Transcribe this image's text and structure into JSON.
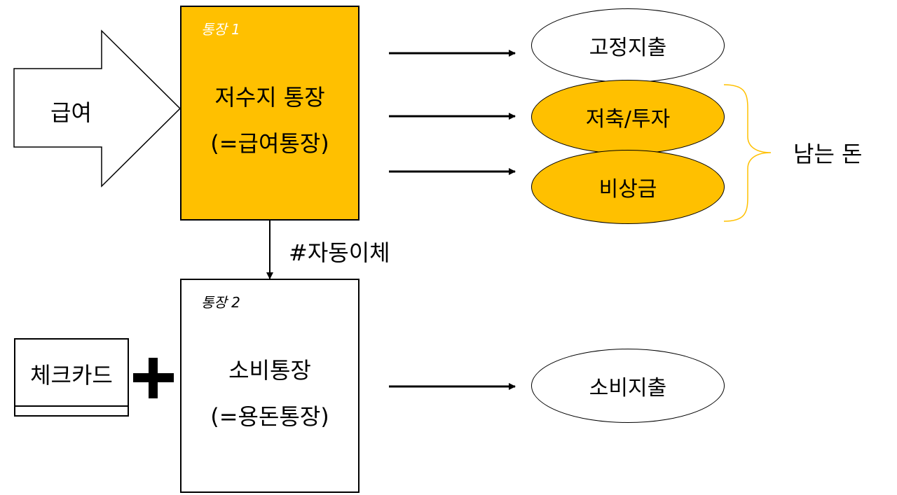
{
  "income": {
    "label": "급여"
  },
  "account1": {
    "tag": "통장 1",
    "title": "저수지 통장",
    "subtitle": "(=급여통장)"
  },
  "account2": {
    "tag": "통장 2",
    "title": "소비통장",
    "subtitle": "(=용돈통장)"
  },
  "transfer": {
    "label": "#자동이체"
  },
  "outflows": {
    "fixed": "고정지출",
    "savings": "저축/투자",
    "emergency": "비상금",
    "spending": "소비지출"
  },
  "remaining": {
    "label": "남는 돈"
  },
  "card": {
    "label": "체크카드"
  },
  "plus": "+",
  "colors": {
    "accent": "#ffc000",
    "brace": "#ffc000",
    "line": "#000000"
  }
}
